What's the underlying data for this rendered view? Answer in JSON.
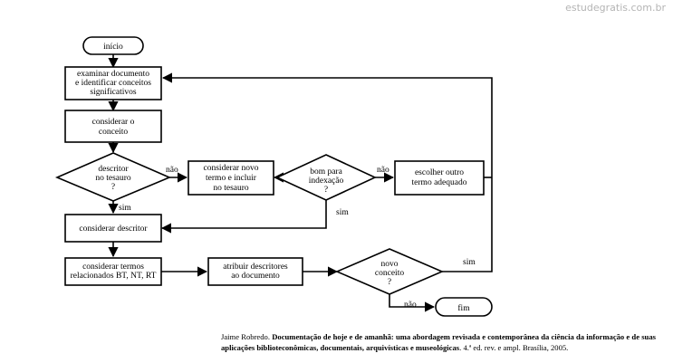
{
  "watermark": "estudegratis.com.br",
  "flowchart": {
    "start": "início",
    "examine": [
      "examinar documento",
      "e identificar conceitos",
      "significativos"
    ],
    "consider_concept": [
      "considerar o",
      "conceito"
    ],
    "descriptor_q": [
      "descritor",
      "no tesauro",
      "?"
    ],
    "consider_new_term": [
      "considerar novo",
      "termo e incluir",
      "no tesauro"
    ],
    "good_index_q": [
      "bom para",
      "indexação",
      "?"
    ],
    "choose_other": [
      "escolher outro",
      "termo adequado"
    ],
    "consider_descriptor": "considerar descritor",
    "consider_related": [
      "considerar termos",
      "relacionados BT, NT, RT"
    ],
    "assign_descriptors": [
      "atribuir descritores",
      "ao documento"
    ],
    "new_concept_q": [
      "novo",
      "conceito",
      "?"
    ],
    "end": "fim",
    "labels": {
      "no_1": "não",
      "yes_1": "sim",
      "no_2": "não",
      "yes_2": "sim",
      "yes_3": "sim",
      "no_3": "não"
    }
  },
  "citation": {
    "author": "Jaime Robredo.",
    "title": "Documentação de hoje e de amanhã: uma abordagem revisada e contemporânea da ciência da informação e de suas aplicações biblioteconômicas, documentais, arquivísticas e museológicas",
    "rest": ". 4.ª ed. rev. e ampl. Brasília, 2005."
  }
}
